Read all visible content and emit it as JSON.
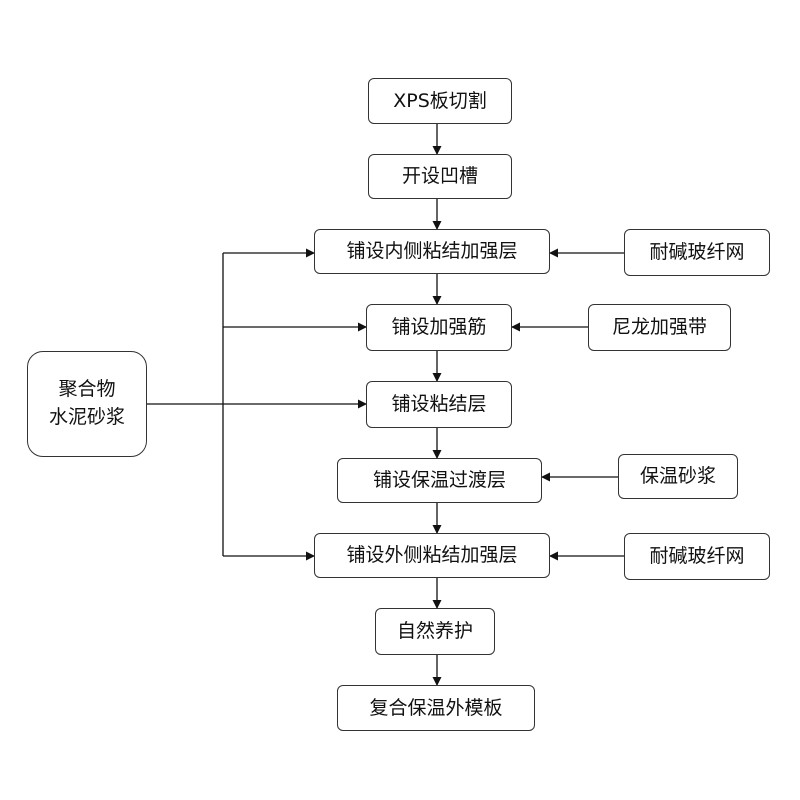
{
  "steps": {
    "s1": "XPS板切割",
    "s2": "开设凹槽",
    "s3": "铺设内侧粘结加强层",
    "s4": "铺设加强筋",
    "s5": "铺设粘结层",
    "s6": "铺设保温过渡层",
    "s7": "铺设外侧粘结加强层",
    "s8": "自然养护",
    "s9": "复合保温外模板"
  },
  "inputs": {
    "mesh_inner": "耐碱玻纤网",
    "nylon_tape": "尼龙加强带",
    "insulation_mortar": "保温砂浆",
    "mesh_outer": "耐碱玻纤网"
  },
  "polymer_mortar": {
    "line1": "聚合物",
    "line2": "水泥砂浆"
  }
}
